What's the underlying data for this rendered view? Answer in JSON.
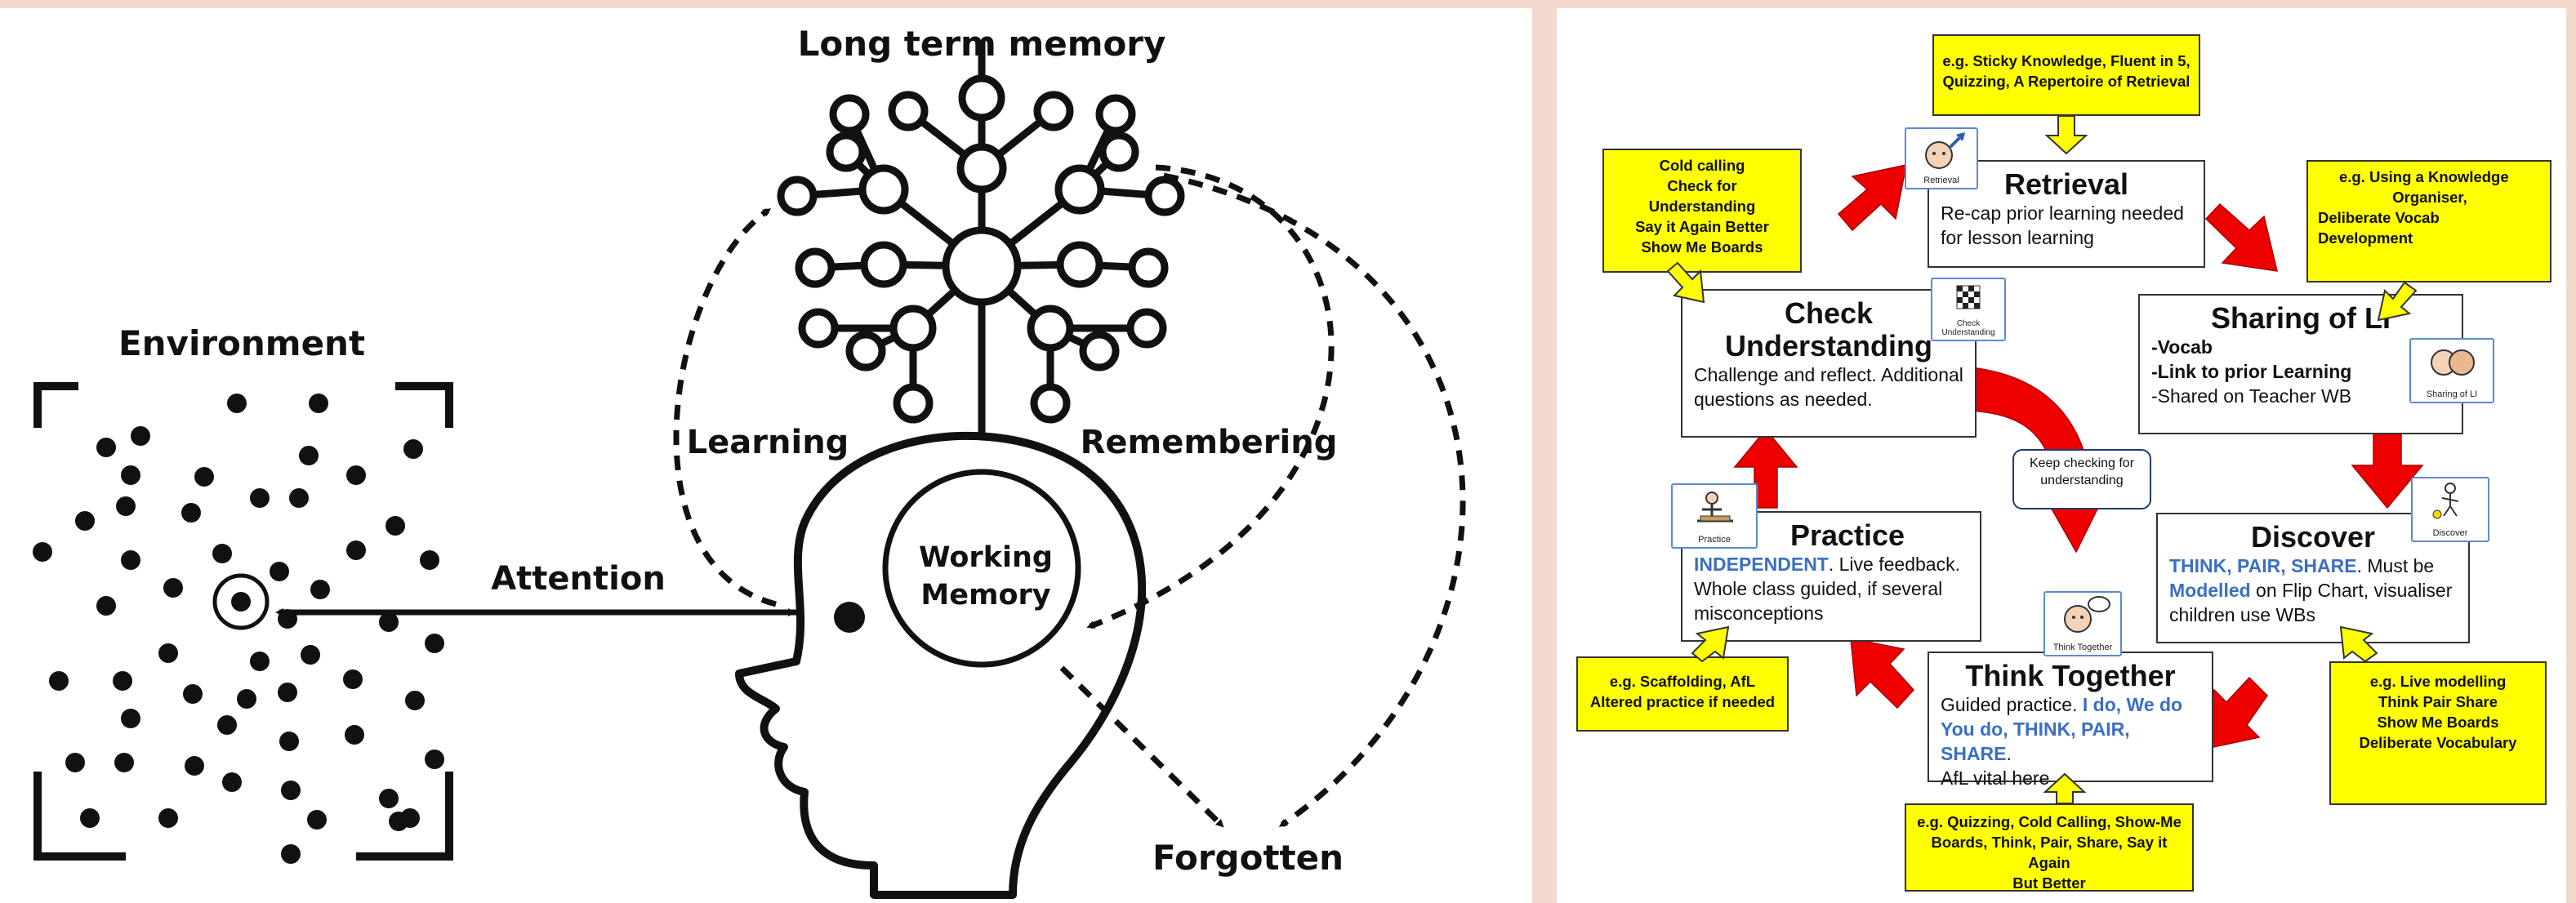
{
  "left": {
    "title_ltm": "Long term memory",
    "title_env": "Environment",
    "label_learning": "Learning",
    "label_remembering": "Remembering",
    "label_attention": "Attention",
    "label_wm_1": "Working",
    "label_wm_2": "Memory",
    "label_forgotten": "Forgotten"
  },
  "right": {
    "retrieval": {
      "title": "Retrieval",
      "lines": [
        "Re-cap prior learning needed",
        "for lesson learning"
      ]
    },
    "check": {
      "title_1": "Check",
      "title_2": "Understanding",
      "lines": [
        "Challenge and reflect. Additional",
        "questions as needed."
      ]
    },
    "sharing": {
      "title": "Sharing of LI",
      "item1": "-Vocab",
      "item2": "-Link to prior Learning",
      "item3": "-Shared on Teacher WB"
    },
    "practice": {
      "title": "Practice",
      "b1": "INDEPENDENT",
      "t1": ". Live feedback.",
      "line2": "Whole class guided, if several",
      "line3": "misconceptions"
    },
    "discover": {
      "title": "Discover",
      "b1": "THINK, PAIR, SHARE",
      "t1": ". Must be",
      "b2": "Modelled",
      "t2": " on Flip Chart, visualiser",
      "line3": "children use WBs"
    },
    "think": {
      "title": "Think Together",
      "t1": "Guided practice. ",
      "b1": "I do, We do",
      "b2": "You do, THINK, PAIR, SHARE",
      "t2": ".",
      "line3": "AfL vital here"
    },
    "bubble": [
      "Keep checking for",
      "understanding"
    ],
    "yellow_retrieval": [
      "e.g. Sticky Knowledge, Fluent in 5,",
      "Quizzing, A Repertoire of Retrieval"
    ],
    "yellow_cold": [
      "Cold calling",
      "Check for Understanding",
      "Say it Again Better",
      "Show Me Boards"
    ],
    "yellow_ko": [
      "e.g. Using a Knowledge",
      "Organiser,",
      "Deliberate Vocab",
      "Development"
    ],
    "yellow_scaffold": [
      "e.g. Scaffolding, AfL",
      "Altered practice if needed"
    ],
    "yellow_live": [
      "e.g. Live modelling",
      "Think Pair Share",
      "Show Me Boards",
      "Deliberate Vocabulary"
    ],
    "yellow_quiz": [
      "e.g. Quizzing, Cold Calling, Show-Me",
      "Boards, Think, Pair, Share, Say it Again",
      "But Better"
    ],
    "icons": {
      "retrieval": "Retrieval",
      "check": "Check Understanding",
      "sharing": "Sharing of LI",
      "practice": "Practice",
      "discover": "Discover",
      "think": "Think Together"
    }
  },
  "colors": {
    "background": "#f1dacd",
    "arrow_red": "#ee0000",
    "highlight_yellow": "#ffff00",
    "text_blue": "#3a6fc4"
  }
}
